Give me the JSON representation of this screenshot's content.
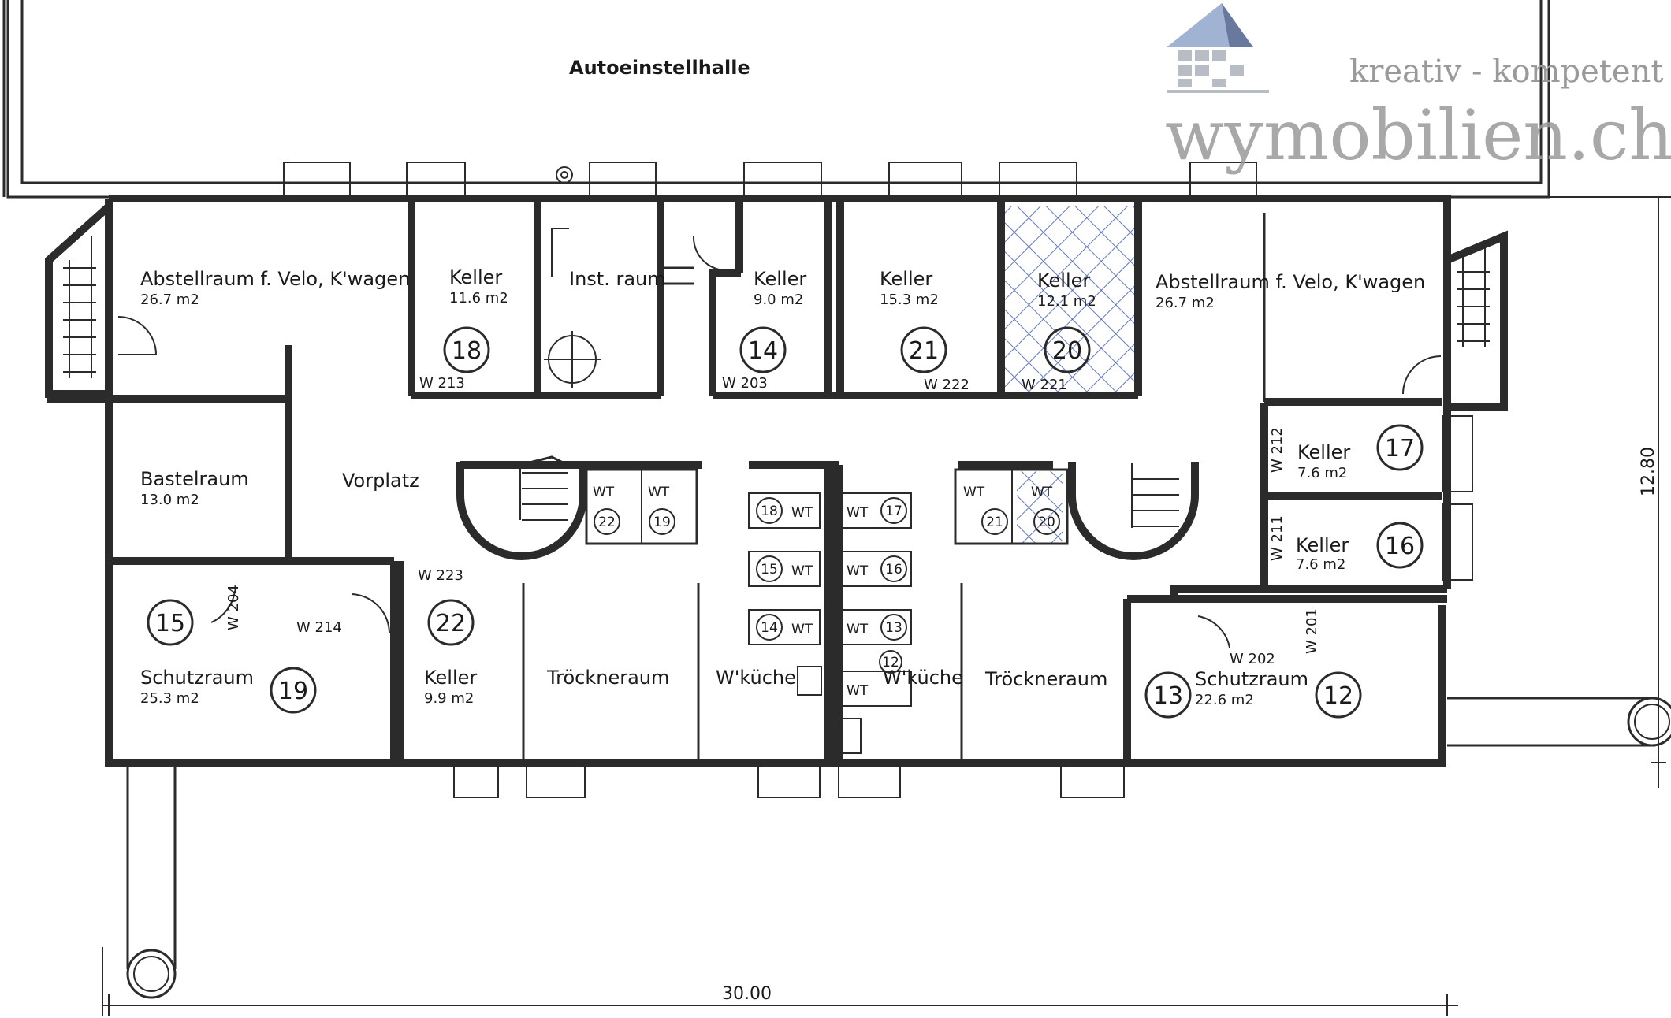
{
  "header": {
    "garage_label": "Autoeinstellhalle",
    "tagline": "kreativ - kompetent",
    "brand": "wymobilien.ch"
  },
  "dimensions": {
    "width_label": "30.00",
    "height_label": "12.80"
  },
  "rooms": {
    "abstell_left": {
      "name": "Abstellraum f. Velo, K'wagen",
      "area": "26.7 m2"
    },
    "keller_18": {
      "name": "Keller",
      "area": "11.6 m2",
      "number": "18",
      "wall": "W 213"
    },
    "instraum": {
      "name": "Inst. raum"
    },
    "keller_14": {
      "name": "Keller",
      "area": "9.0 m2",
      "number": "14",
      "wall": "W 203"
    },
    "keller_21": {
      "name": "Keller",
      "area": "15.3 m2",
      "number": "21",
      "wall": "W 222"
    },
    "keller_20": {
      "name": "Keller",
      "area": "12.1 m2",
      "number": "20",
      "wall": "W 221"
    },
    "abstell_right": {
      "name": "Abstellraum f. Velo, K'wagen",
      "area": "26.7 m2"
    },
    "bastelraum": {
      "name": "Bastelraum",
      "area": "13.0 m2"
    },
    "vorplatz": {
      "name": "Vorplatz"
    },
    "keller_17": {
      "name": "Keller",
      "area": "7.6 m2",
      "number": "17",
      "wall": "W 212"
    },
    "keller_16": {
      "name": "Keller",
      "area": "7.6 m2",
      "number": "16",
      "wall": "W 211"
    },
    "schutz_left": {
      "name": "Schutzraum",
      "area": "25.3 m2",
      "number_a": "15",
      "number_b": "19",
      "wall_a": "W 204",
      "wall_b": "W 214"
    },
    "keller_22": {
      "name": "Keller",
      "area": "9.9 m2",
      "number": "22",
      "wall": "W 223"
    },
    "trockner_left": {
      "name": "Tröckneraum"
    },
    "wkueche_left": {
      "name": "W'küche"
    },
    "wkueche_right": {
      "name": "W'küche"
    },
    "trockner_right": {
      "name": "Tröckneraum"
    },
    "schutz_right": {
      "name": "Schutzraum",
      "area": "22.6 m2",
      "number_a": "13",
      "number_b": "12",
      "wall_a": "W 202",
      "wall_b": "W 201"
    }
  },
  "wt": {
    "label": "WT",
    "box_left": [
      "22",
      "19"
    ],
    "column_left": [
      "18",
      "15",
      "14"
    ],
    "column_right": [
      "17",
      "16",
      "13",
      "12"
    ],
    "box_right": [
      "21",
      "20"
    ]
  }
}
